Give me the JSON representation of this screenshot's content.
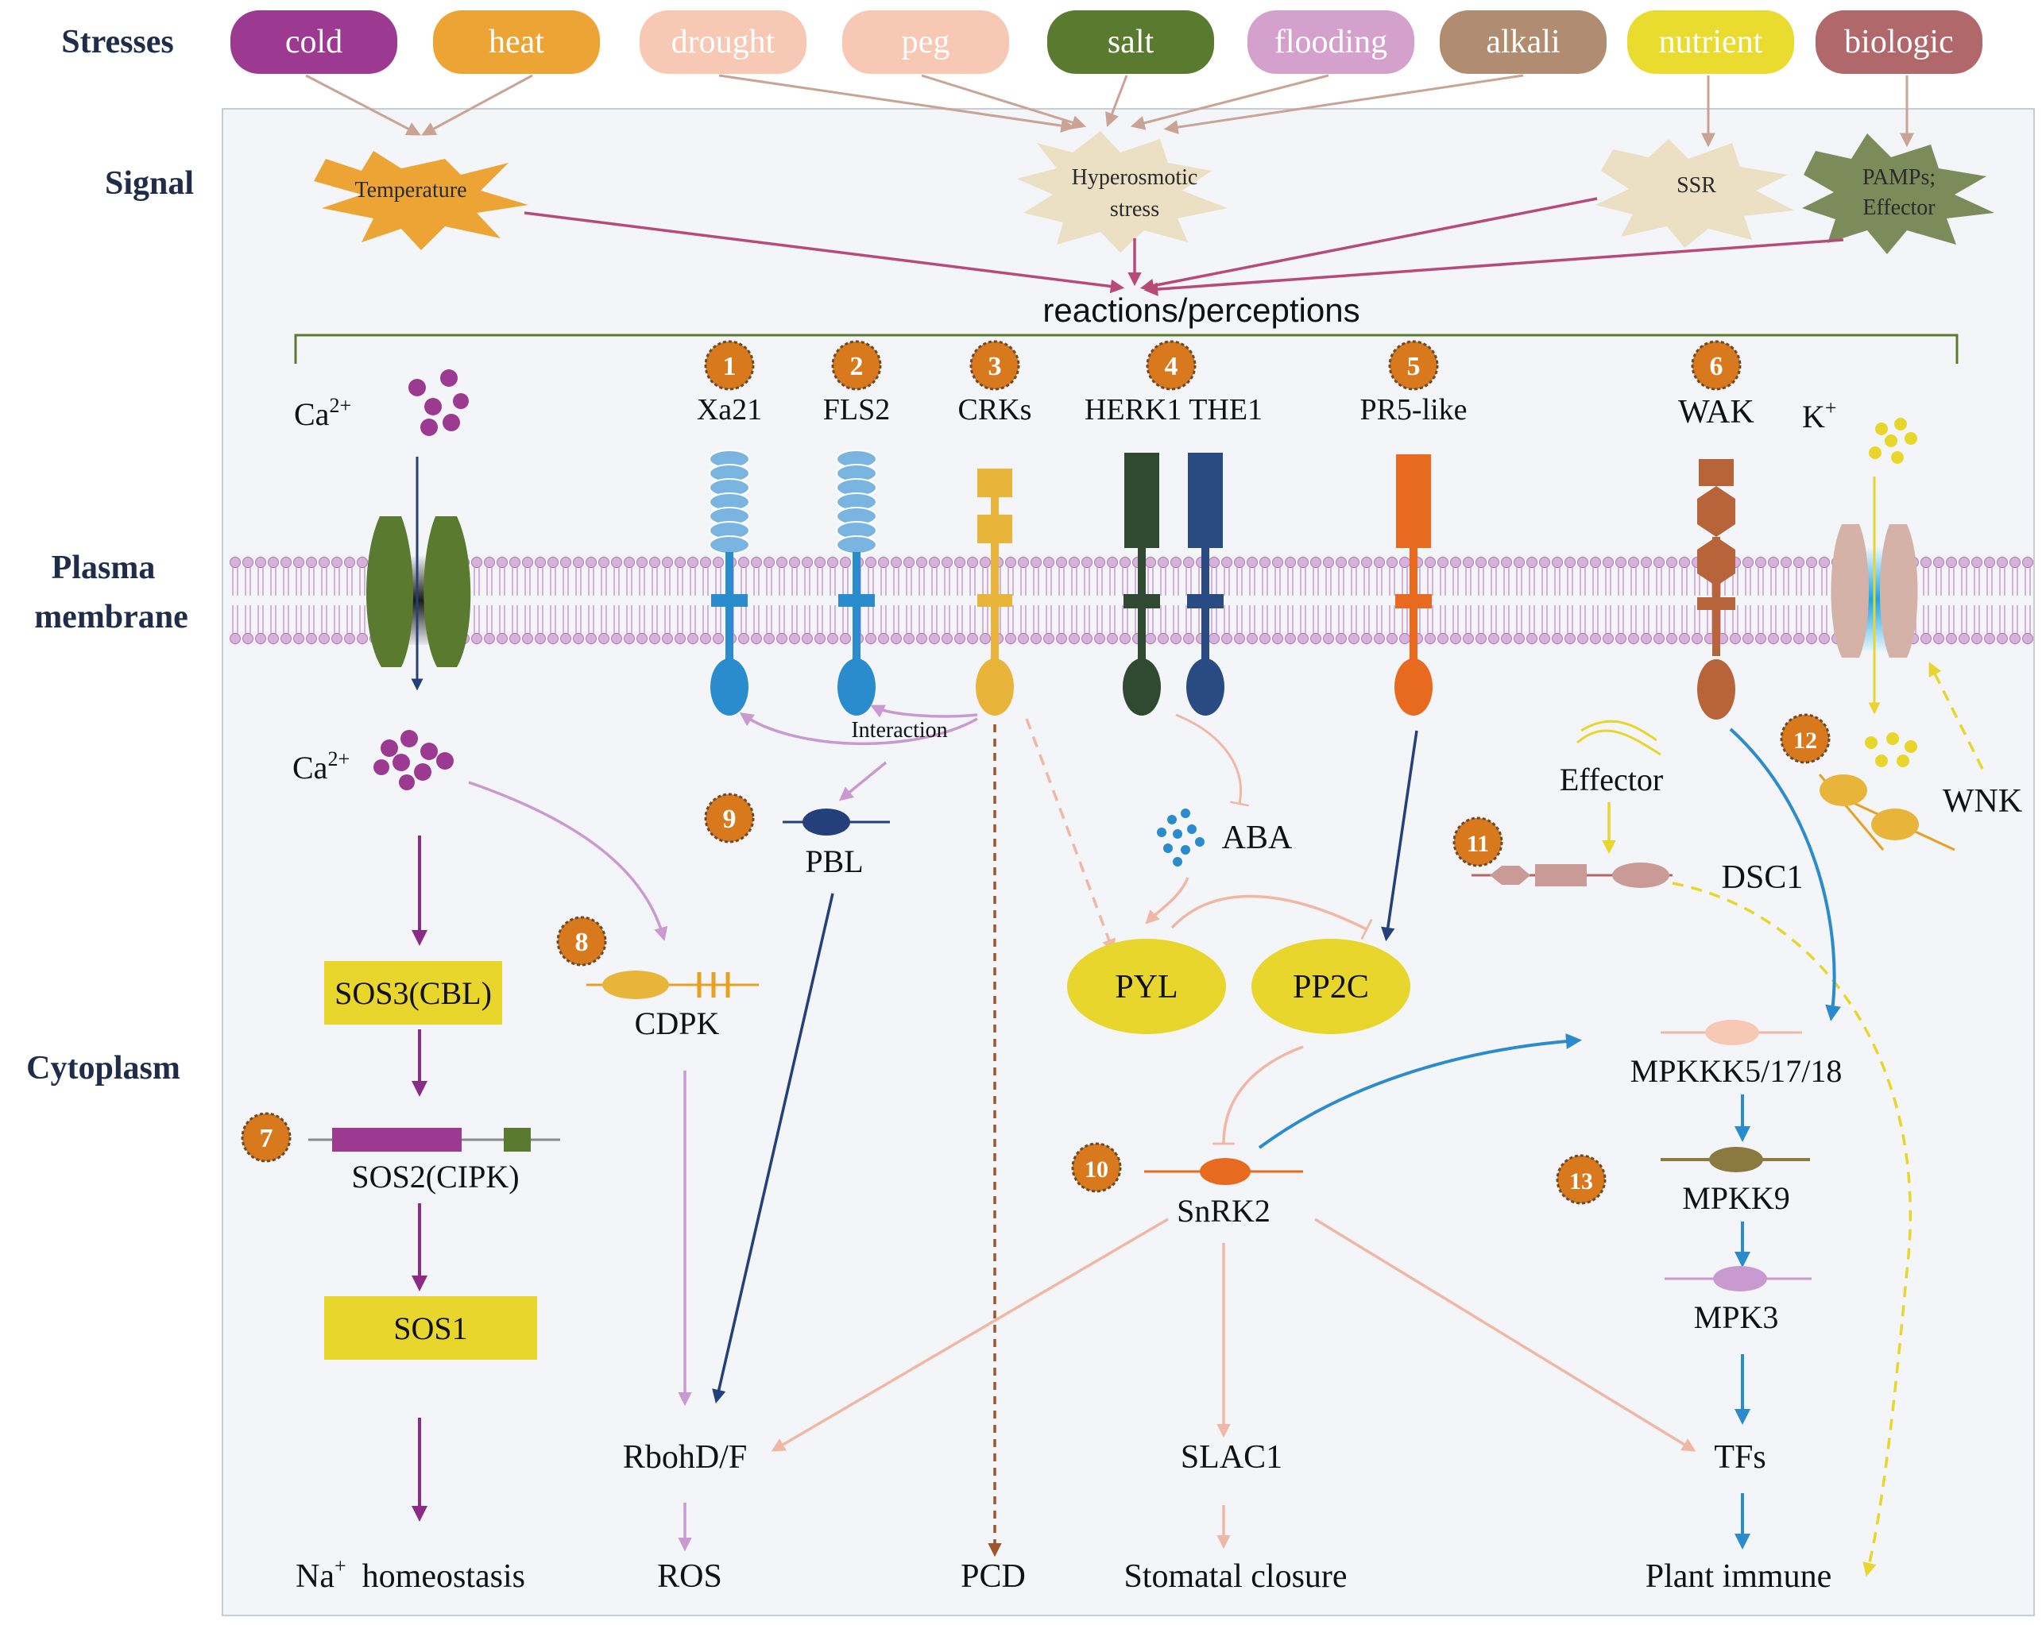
{
  "row_labels": {
    "stresses": "Stresses",
    "signal": "Signal",
    "plasma_line1": "Plasma",
    "plasma_line2": "membrane",
    "cytoplasm": "Cytoplasm"
  },
  "stresses": [
    {
      "label": "cold",
      "color": "#9c3a92"
    },
    {
      "label": "heat",
      "color": "#eca535"
    },
    {
      "label": "drought",
      "color": "#f7c8b4"
    },
    {
      "label": "peg",
      "color": "#f7c8b4"
    },
    {
      "label": "salt",
      "color": "#5a7a30"
    },
    {
      "label": "flooding",
      "color": "#d4a0cc"
    },
    {
      "label": "alkali",
      "color": "#b08c70"
    },
    {
      "label": "nutrient",
      "color": "#e9dc2e"
    },
    {
      "label": "biologic",
      "color": "#b0686a"
    }
  ],
  "signals": {
    "temperature": "Temperature",
    "hyperosmotic_1": "Hyperosmotic",
    "hyperosmotic_2": "stress",
    "ssr": "SSR",
    "pamps_1": "PAMPs;",
    "pamps_2": "Effector"
  },
  "perception_label": "reactions/perceptions",
  "receptors": {
    "xa21": "Xa21",
    "fls2": "FLS2",
    "crks": "CRKs",
    "herk_the": "HERK1 THE1",
    "pr5": "PR5-like",
    "wak": "WAK",
    "interaction": "Interaction"
  },
  "ions": {
    "ca": "Ca",
    "ca_sup": "2+",
    "k": "K",
    "k_sup": "+"
  },
  "numbers": [
    "1",
    "2",
    "3",
    "4",
    "5",
    "6",
    "7",
    "8",
    "9",
    "10",
    "11",
    "12",
    "13"
  ],
  "nodes": {
    "sos3": "SOS3(CBL)",
    "sos2": "SOS2(CIPK)",
    "sos1": "SOS1",
    "cdpk": "CDPK",
    "pbl": "PBL",
    "aba": "ABA",
    "pyl": "PYL",
    "pp2c": "PP2C",
    "snrk2": "SnRK2",
    "effector": "Effector",
    "dsc1": "DSC1",
    "wnk": "WNK",
    "mpkkk": "MPKKK5/17/18",
    "mpkk9": "MPKK9",
    "mpk3": "MPK3",
    "rboh": "RbohD/F",
    "slac1": "SLAC1",
    "tfs": "TFs"
  },
  "outputs": {
    "na_base": "Na",
    "na_sup": "+",
    "na_rest": "homeostasis",
    "ros": "ROS",
    "pcd": "PCD",
    "stomatal": "Stomatal closure",
    "immune": "Plant immune"
  },
  "colors": {
    "label_navy": "#1f2c4a",
    "panel_bg": "#f3f5f8",
    "membrane": "#c79ac9",
    "signal_arrow": "#b84a78",
    "stress_arrow": "#c9a494",
    "ca_dot": "#9c3a92",
    "sos_path": "#8a2c86",
    "light_pink": "#f0b8a4",
    "lilac": "#c99ad0",
    "navy_arrow": "#23407a",
    "blue_arrow": "#2a8ccd",
    "yellow": "#e8d62c",
    "orange_badge": "#d8791e"
  }
}
